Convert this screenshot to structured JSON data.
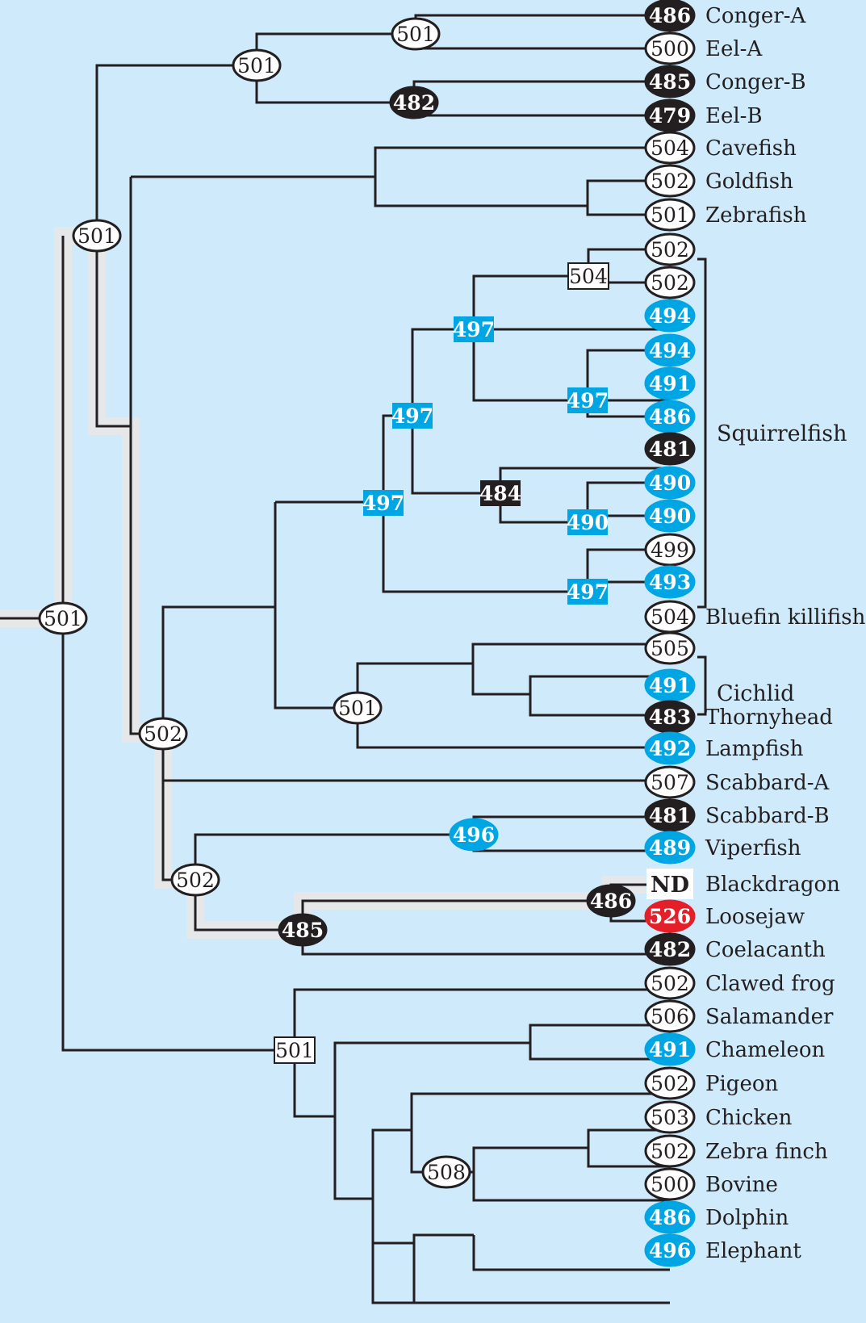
{
  "title": "Rhodopsin absorbance maxima phylogeny",
  "colors": {
    "background": "#cfeafb",
    "line": "#231f20",
    "blue": "#00a6e3",
    "black": "#231f20",
    "white": "#ffffff",
    "red": "#e3202a",
    "highlight": "#e6e7e9"
  },
  "legend": {
    "nd_label": "ND"
  },
  "groups": [
    {
      "label": "Squirrelfish"
    },
    {
      "label": "Cichlid"
    }
  ],
  "leaves": [
    {
      "value": "486",
      "style": "black",
      "name": "Conger-A"
    },
    {
      "value": "500",
      "style": "white",
      "name": "Eel-A"
    },
    {
      "value": "485",
      "style": "black",
      "name": "Conger-B"
    },
    {
      "value": "479",
      "style": "black",
      "name": "Eel-B"
    },
    {
      "value": "504",
      "style": "white",
      "name": "Cavefish"
    },
    {
      "value": "502",
      "style": "white",
      "name": "Goldfish"
    },
    {
      "value": "501",
      "style": "white",
      "name": "Zebrafish"
    },
    {
      "value": "502",
      "style": "white",
      "name": ""
    },
    {
      "value": "502",
      "style": "white",
      "name": ""
    },
    {
      "value": "494",
      "style": "blue",
      "name": ""
    },
    {
      "value": "494",
      "style": "blue",
      "name": ""
    },
    {
      "value": "491",
      "style": "blue",
      "name": ""
    },
    {
      "value": "486",
      "style": "blue",
      "name": ""
    },
    {
      "value": "481",
      "style": "black",
      "name": ""
    },
    {
      "value": "490",
      "style": "blue",
      "name": ""
    },
    {
      "value": "490",
      "style": "blue",
      "name": ""
    },
    {
      "value": "499",
      "style": "white",
      "name": ""
    },
    {
      "value": "493",
      "style": "blue",
      "name": ""
    },
    {
      "value": "504",
      "style": "white",
      "name": "Bluefin killifish"
    },
    {
      "value": "505",
      "style": "white",
      "name": ""
    },
    {
      "value": "491",
      "style": "blue",
      "name": ""
    },
    {
      "value": "483",
      "style": "black",
      "name": "Thornyhead"
    },
    {
      "value": "492",
      "style": "blue",
      "name": "Lampfish"
    },
    {
      "value": "507",
      "style": "white",
      "name": "Scabbard-A"
    },
    {
      "value": "481",
      "style": "black",
      "name": "Scabbard-B"
    },
    {
      "value": "489",
      "style": "blue",
      "name": "Viperfish"
    },
    {
      "value": "ND",
      "style": "nd",
      "name": "Blackdragon"
    },
    {
      "value": "526",
      "style": "red",
      "name": "Loosejaw"
    },
    {
      "value": "482",
      "style": "black",
      "name": "Coelacanth"
    },
    {
      "value": "502",
      "style": "white",
      "name": "Clawed frog"
    },
    {
      "value": "506",
      "style": "white",
      "name": "Salamander"
    },
    {
      "value": "491",
      "style": "blue",
      "name": "Chameleon"
    },
    {
      "value": "502",
      "style": "white",
      "name": "Pigeon"
    },
    {
      "value": "503",
      "style": "white",
      "name": "Chicken"
    },
    {
      "value": "502",
      "style": "white",
      "name": "Zebra finch"
    },
    {
      "value": "500",
      "style": "white",
      "name": "Bovine"
    },
    {
      "value": "486",
      "style": "blue",
      "name": "Dolphin"
    },
    {
      "value": "496",
      "style": "blue",
      "name": "Elephant"
    }
  ],
  "internal_nodes": [
    {
      "id": "root",
      "value": "501",
      "shape": "oval",
      "style": "white"
    },
    {
      "id": "teleost",
      "value": "501",
      "shape": "oval",
      "style": "white"
    },
    {
      "id": "eels",
      "value": "501",
      "shape": "oval",
      "style": "white"
    },
    {
      "id": "eelsA",
      "value": "501",
      "shape": "oval",
      "style": "white"
    },
    {
      "id": "eelsB",
      "value": "482",
      "shape": "oval",
      "style": "black"
    },
    {
      "id": "acanth",
      "value": "502",
      "shape": "oval",
      "style": "white"
    },
    {
      "id": "sq_root",
      "value": "497",
      "shape": "rect",
      "style": "blue"
    },
    {
      "id": "sq_a",
      "value": "497",
      "shape": "rect",
      "style": "blue"
    },
    {
      "id": "sq_b",
      "value": "497",
      "shape": "rect",
      "style": "blue"
    },
    {
      "id": "sq_c",
      "value": "504",
      "shape": "rect",
      "style": "white"
    },
    {
      "id": "sq_d",
      "value": "497",
      "shape": "rect",
      "style": "blue"
    },
    {
      "id": "sq_e",
      "value": "484",
      "shape": "rect",
      "style": "black"
    },
    {
      "id": "sq_f",
      "value": "490",
      "shape": "rect",
      "style": "blue"
    },
    {
      "id": "sq_g",
      "value": "497",
      "shape": "rect",
      "style": "blue"
    },
    {
      "id": "perc",
      "value": "501",
      "shape": "oval",
      "style": "white"
    },
    {
      "id": "stom",
      "value": "502",
      "shape": "oval",
      "style": "white"
    },
    {
      "id": "scab",
      "value": "496",
      "shape": "oval",
      "style": "blue"
    },
    {
      "id": "dragon",
      "value": "485",
      "shape": "oval",
      "style": "black"
    },
    {
      "id": "viper",
      "value": "486",
      "shape": "oval",
      "style": "black"
    },
    {
      "id": "tetra",
      "value": "501",
      "shape": "rect",
      "style": "white"
    },
    {
      "id": "birds",
      "value": "508",
      "shape": "oval",
      "style": "white"
    }
  ]
}
